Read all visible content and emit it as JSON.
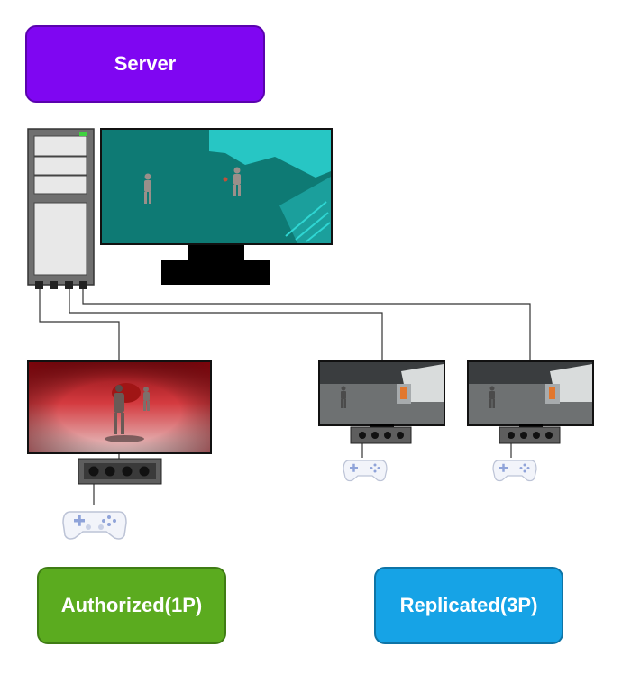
{
  "labels": {
    "server": "Server",
    "authorized": "Authorized(1P)",
    "replicated": "Replicated(3P)"
  },
  "colors": {
    "server_box": "#7f06f2",
    "authorized_box": "#5bab1f",
    "replicated_box": "#16a3e6",
    "server_screen": "#0e7a74",
    "authorized_screen": "#c3232b",
    "replicated_screen": "#6e7172",
    "cable": "#333333"
  },
  "icons": {
    "server_tower": "server-tower-icon",
    "monitor": "monitor-icon",
    "console": "console-icon",
    "gamepad": "gamepad-icon"
  }
}
